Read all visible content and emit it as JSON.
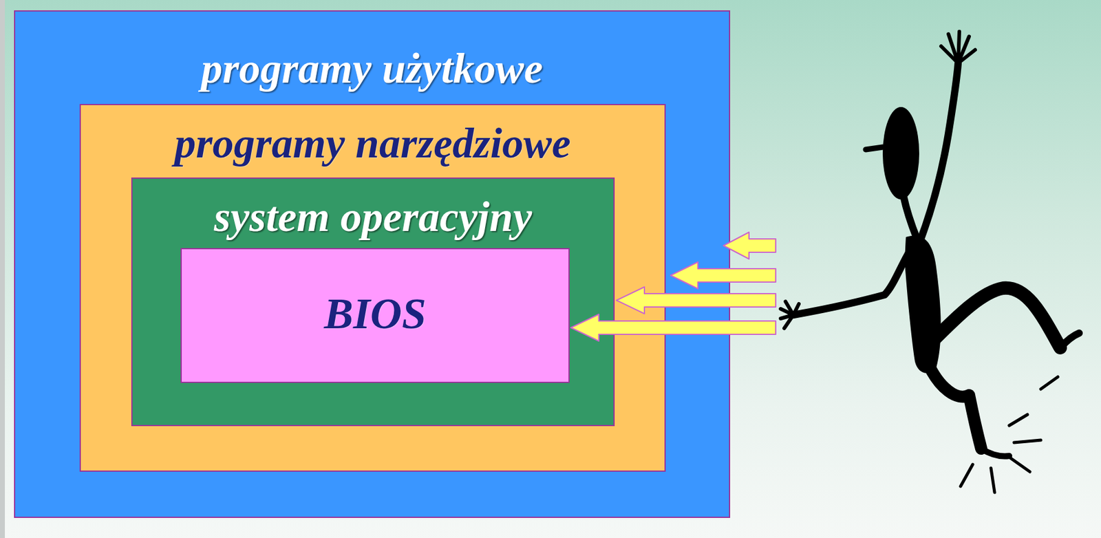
{
  "diagram": {
    "nodes": [
      {
        "text": [
          "programy użytkowe"
        ]
      },
      {
        "text": [
          "programy narzędziowe"
        ],
        "in": 0
      },
      {
        "text": [
          "system operacyjny"
        ],
        "in": 1
      },
      {
        "text": [
          "BIOS"
        ],
        "in": 2
      }
    ]
  }
}
